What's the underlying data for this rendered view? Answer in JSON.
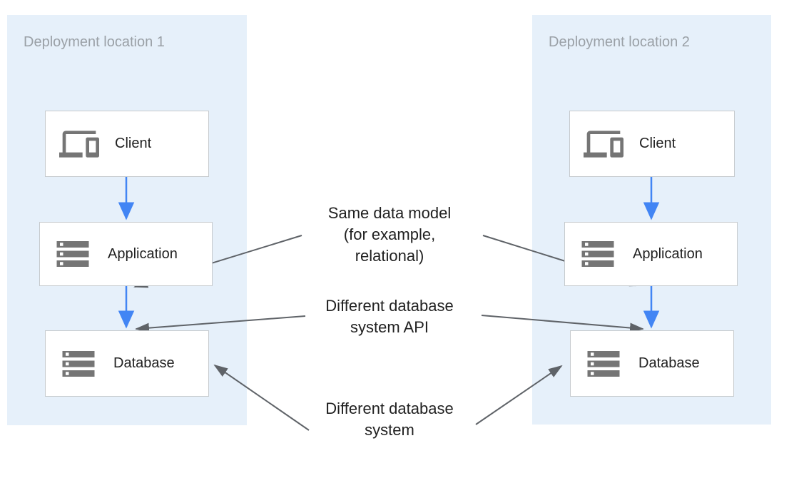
{
  "panels": [
    {
      "label": "Deployment location 1",
      "boxes": [
        {
          "label": "Client",
          "icon": "devices-icon"
        },
        {
          "label": "Application",
          "icon": "server-stack-icon"
        },
        {
          "label": "Database",
          "icon": "server-stack-icon"
        }
      ]
    },
    {
      "label": "Deployment location 2",
      "boxes": [
        {
          "label": "Client",
          "icon": "devices-icon"
        },
        {
          "label": "Application",
          "icon": "server-stack-icon"
        },
        {
          "label": "Database",
          "icon": "server-stack-icon"
        }
      ]
    }
  ],
  "annotations": [
    {
      "lines": [
        "Same data model",
        "(for example,",
        "relational)"
      ]
    },
    {
      "lines": [
        "Different database",
        "system API"
      ]
    },
    {
      "lines": [
        "Different database",
        "system"
      ]
    }
  ],
  "colors": {
    "panel_bg": "#e6f0fa",
    "panel_label": "#9aa0a6",
    "box_border": "#c6cacd",
    "box_bg": "#ffffff",
    "label_text": "#212121",
    "icon_gray": "#757575",
    "flow_arrow_blue": "#4285f4",
    "annotation_arrow_gray": "#5f6368",
    "annotation_text": "#212121"
  }
}
